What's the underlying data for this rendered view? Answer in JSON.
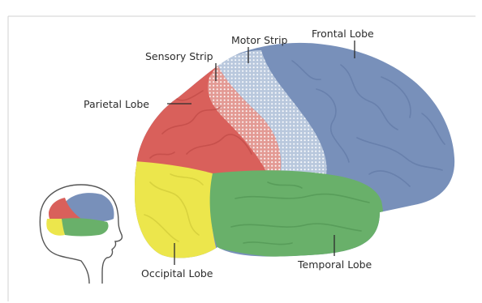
{
  "labels": {
    "frontal": "Frontal Lobe",
    "motor": "Motor Strip",
    "sensory": "Sensory Strip",
    "parietal": "Parietal Lobe",
    "occipital": "Occipital Lobe",
    "temporal": "Temporal Lobe"
  },
  "colors": {
    "frontal": "#7890ba",
    "frontal_dark": "#5b72a0",
    "motor": "#b9c8dd",
    "sensory": "#e39a94",
    "parietal": "#d9605b",
    "parietal_dark": "#b8443f",
    "occipital": "#ece64c",
    "occipital_dark": "#c9c133",
    "temporal": "#69b06a",
    "temporal_dark": "#4a8e4c"
  }
}
